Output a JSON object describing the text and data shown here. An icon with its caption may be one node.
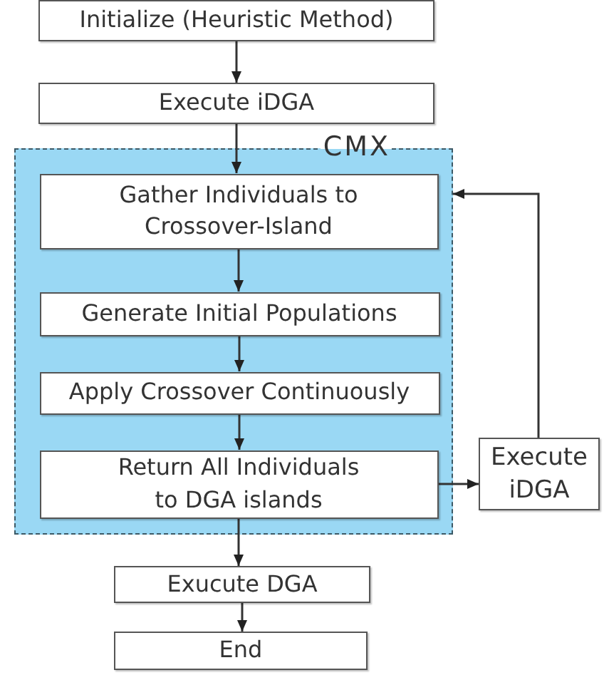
{
  "diagram": {
    "nodes": [
      {
        "text": [
          "Initialize (Heuristic Method)"
        ]
      },
      {
        "text": [
          "Execute iDGA"
        ]
      },
      {
        "text": [
          "CMX"
        ]
      },
      {
        "text": [
          "Gather Individuals to Crossover-Island"
        ],
        "in": 2
      },
      {
        "text": [
          "Generate Initial Populations"
        ],
        "in": 2
      },
      {
        "text": [
          "Apply Crossover Continuously"
        ],
        "in": 2
      },
      {
        "text": [
          "Return All Individuals to DGA islands"
        ],
        "in": 2
      },
      {
        "text": [
          "Execute iDGA"
        ]
      },
      {
        "text": [
          "Exucute DGA"
        ]
      },
      {
        "text": [
          "End"
        ]
      }
    ],
    "edges": [
      {
        "from": 0,
        "to": 1,
        "arrow": "to"
      },
      {
        "from": 1,
        "to": 3,
        "arrow": "to"
      },
      {
        "from": 3,
        "to": 4,
        "arrow": "to"
      },
      {
        "from": 4,
        "to": 5,
        "arrow": "to"
      },
      {
        "from": 5,
        "to": 6,
        "arrow": "to"
      },
      {
        "from": 6,
        "to": 7,
        "arrow": "to"
      },
      {
        "from": 7,
        "to": 2,
        "arrow": "to"
      },
      {
        "from": 6,
        "to": 8,
        "arrow": "to"
      },
      {
        "from": 8,
        "to": 9,
        "arrow": "to"
      }
    ]
  }
}
